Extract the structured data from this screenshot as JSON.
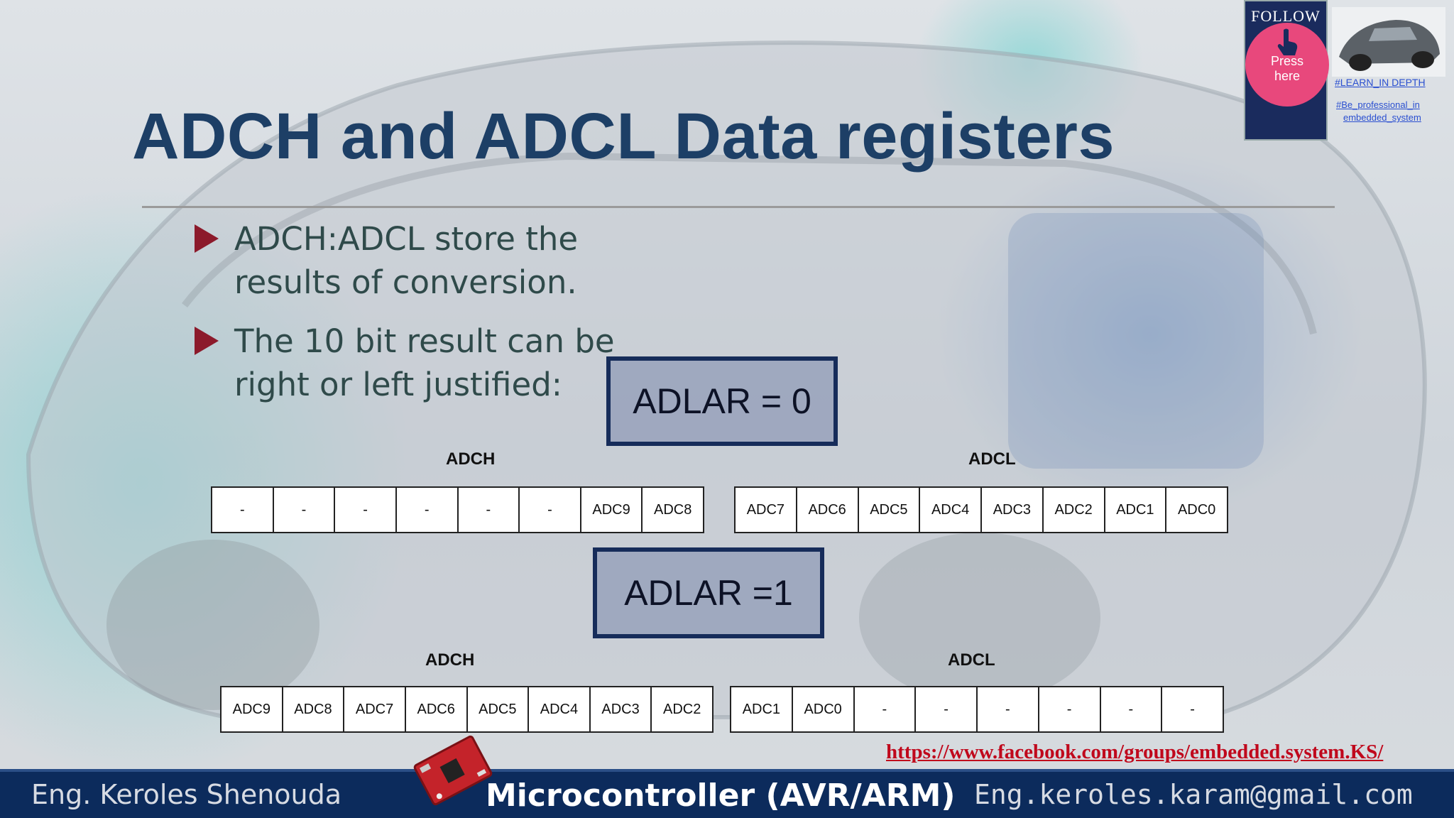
{
  "slide": {
    "title": "ADCH and ADCL Data registers",
    "bullets": [
      {
        "line1": "ADCH:ADCL store the",
        "line2": "results of conversion."
      },
      {
        "line1": "The 10 bit result can be",
        "line2": "right or left justified:"
      }
    ],
    "adlar0": "ADLAR = 0",
    "adlar1": "ADLAR =1",
    "right_justified": {
      "adch_label": "ADCH",
      "adcl_label": "ADCL",
      "adch_cells": [
        "-",
        "-",
        "-",
        "-",
        "-",
        "-",
        "ADC9",
        "ADC8"
      ],
      "adcl_cells": [
        "ADC7",
        "ADC6",
        "ADC5",
        "ADC4",
        "ADC3",
        "ADC2",
        "ADC1",
        "ADC0"
      ]
    },
    "left_justified": {
      "adch_label": "ADCH",
      "adcl_label": "ADCL",
      "adch_cells": [
        "ADC9",
        "ADC8",
        "ADC7",
        "ADC6",
        "ADC5",
        "ADC4",
        "ADC3",
        "ADC2"
      ],
      "adcl_cells": [
        "ADC1",
        "ADC0",
        "-",
        "-",
        "-",
        "-",
        "-",
        "-"
      ]
    },
    "facebook_link": "https://www.facebook.com/groups/embedded.system.KS/"
  },
  "follow_widget": {
    "follow_text": "FOLLOW US",
    "press_text_1": "Press",
    "press_text_2": "here",
    "tag1": "#LEARN_IN DEPTH",
    "tag2a": "#Be_professional_in",
    "tag2b": "embedded_system"
  },
  "footer": {
    "author": "Eng. Keroles Shenouda",
    "course": "Microcontroller (AVR/ARM)",
    "email": "Eng.keroles.karam@gmail.com"
  },
  "colors": {
    "title": "#1d3f66",
    "bullet_marker": "#8c1a2b",
    "footer_bg": "#0c2b5c",
    "link": "#c0081c",
    "follow_circle": "#e8487c"
  }
}
